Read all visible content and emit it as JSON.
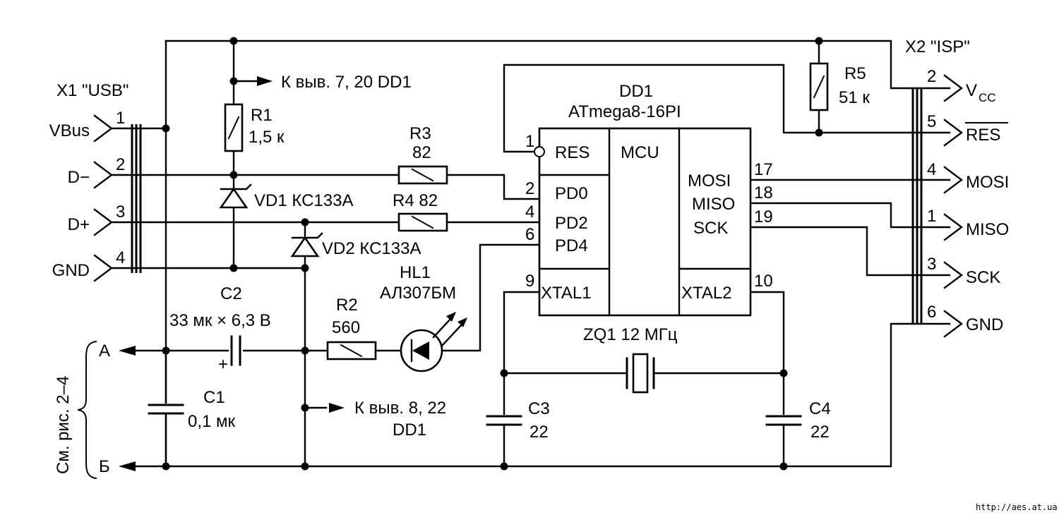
{
  "connector_x1": {
    "title": "X1 \"USB\"",
    "pins": [
      {
        "num": "1",
        "name": "VBus"
      },
      {
        "num": "2",
        "name": "D−"
      },
      {
        "num": "3",
        "name": "D+"
      },
      {
        "num": "4",
        "name": "GND"
      }
    ]
  },
  "connector_x2": {
    "title": "X2 \"ISP\"",
    "pins": [
      {
        "num": "2",
        "name": "V",
        "sub": "CC"
      },
      {
        "num": "5",
        "name": "RES"
      },
      {
        "num": "4",
        "name": "MOSI"
      },
      {
        "num": "1",
        "name": "MISO"
      },
      {
        "num": "3",
        "name": "SCK"
      },
      {
        "num": "6",
        "name": "GND"
      }
    ]
  },
  "mcu": {
    "ref": "DD1",
    "part": "ATmega8-16PI",
    "core": "MCU",
    "left_pins": [
      {
        "num": "1",
        "name": "RES"
      },
      {
        "num": "2",
        "name": "PD0"
      },
      {
        "num": "4",
        "name": "PD2"
      },
      {
        "num": "6",
        "name": "PD4"
      },
      {
        "num": "9",
        "name": "XTAL1"
      }
    ],
    "right_pins": [
      {
        "num": "17",
        "name": "MOSI"
      },
      {
        "num": "18",
        "name": "MISO"
      },
      {
        "num": "19",
        "name": "SCK"
      },
      {
        "num": "10",
        "name": "XTAL2"
      }
    ]
  },
  "components": {
    "r1": {
      "ref": "R1",
      "value": "1,5 к"
    },
    "r2": {
      "ref": "R2",
      "value": "560"
    },
    "r3": {
      "ref": "R3",
      "value": "82"
    },
    "r4": {
      "label": "R4 82"
    },
    "r5": {
      "ref": "R5",
      "value": "51 к"
    },
    "vd1": {
      "label": "VD1 КС133А"
    },
    "vd2": {
      "label": "VD2 КС133А"
    },
    "hl1": {
      "ref": "HL1",
      "value": "АЛ307БМ"
    },
    "c1": {
      "ref": "C1",
      "value": "0,1 мк"
    },
    "c2": {
      "ref": "C2",
      "value": "33 мк × 6,3 В",
      "polarity": "+"
    },
    "c3": {
      "ref": "C3",
      "value": "22"
    },
    "c4": {
      "ref": "C4",
      "value": "22"
    },
    "zq1": {
      "label": "ZQ1 12 МГц"
    }
  },
  "notes": {
    "vcc_dest": "К выв. 7, 20 DD1",
    "gnd_dest_1": "К выв. 8, 22",
    "gnd_dest_2": "DD1",
    "terminal_a": "А",
    "terminal_b": "Б",
    "see_figure": "См. рис. 2–4",
    "watermark": "http://aes.at.ua"
  }
}
